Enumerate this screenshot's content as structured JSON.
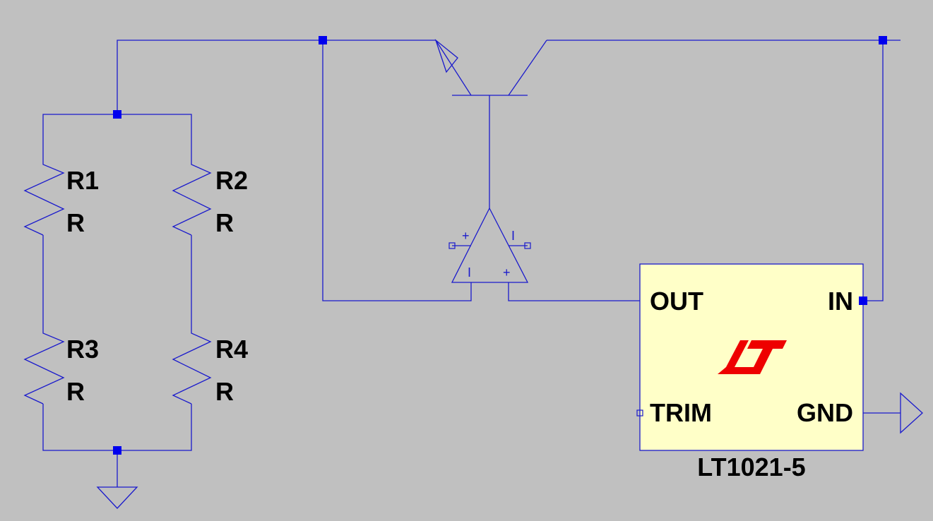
{
  "resistors": [
    {
      "ref": "R1",
      "value": "R"
    },
    {
      "ref": "R2",
      "value": "R"
    },
    {
      "ref": "R3",
      "value": "R"
    },
    {
      "ref": "R4",
      "value": "R"
    }
  ],
  "ic": {
    "part": "LT1021-5",
    "pins": {
      "out": "OUT",
      "in": "IN",
      "trim": "TRIM",
      "gnd": "GND"
    }
  },
  "opamp": {
    "plus_top": "+",
    "minus_top": "I",
    "minus_in": "I",
    "plus_in": "+"
  },
  "colors": {
    "background": "#c0c0c0",
    "wire": "#1a1acc",
    "junction": "#0000ee",
    "ic_fill": "#ffffc8",
    "logo": "#ee0000"
  }
}
